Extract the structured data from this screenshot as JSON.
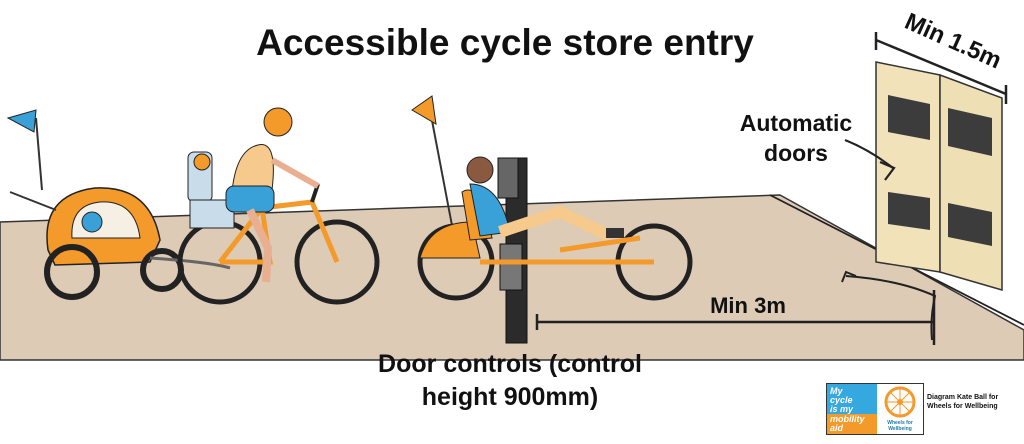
{
  "title": "Accessible cycle store entry",
  "labels": {
    "door_width": "Min 1.5m",
    "automatic_doors": "Automatic\ndoors",
    "approach": "Min 3m",
    "door_controls": "Door controls (control\nheight 900mm)",
    "credit": "Diagram Kate Ball for Wheels for Wellbeing"
  },
  "logo": {
    "line1": "My",
    "line2": "cycle",
    "line3": "is my",
    "line4": "mobility",
    "line5": "aid",
    "brand": "Wheels for Wellbeing"
  },
  "colors": {
    "floor": "#ddcbb6",
    "door": "#f1e2ba",
    "orange": "#f39a2b",
    "blue": "#3aa0d8",
    "dark": "#222222"
  }
}
